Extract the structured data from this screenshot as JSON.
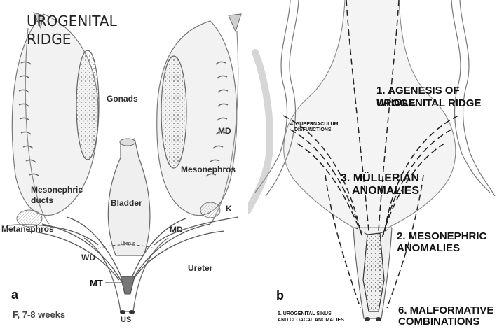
{
  "panel_a": {
    "letter": "a",
    "title_line1": "UROGENITAL",
    "title_line2": "RIDGE",
    "labels": {
      "gonads": "Gonads",
      "mesonephros": "Mesonephros",
      "md_upper": "MD",
      "mesonephric_ducts_1": "Mesonephric",
      "mesonephric_ducts_2": "ducts",
      "bladder": "Bladder",
      "k": "K",
      "md_lower": "MD",
      "metanephros": "Metanephros",
      "uterus": "Uterus",
      "wd": "WD",
      "ureter": "Ureter",
      "mt": "MT",
      "us": "US"
    },
    "caption": "F, 7-8 weeks"
  },
  "panel_b": {
    "letter": "b",
    "label_1_line1": "1. AGENESIS OF WHOLE",
    "label_1_line2": "UROGENITAL RIDGE",
    "label_4_line1": "4. GUBERNACULUM",
    "label_4_line2": "DISFUNCTIONS",
    "label_3_line1": "3. MÜLLERIAN",
    "label_3_line2": "ANOMALIES",
    "label_2_line1": "2. MESONEPHRIC",
    "label_2_line2": "ANOMALIES",
    "label_5_line1": "5. UROGENITAL SINUS",
    "label_5_line2": "AND CLOACAL ANOMALIES",
    "label_6_line1": "6. MALFORMATIVE",
    "label_6_line2": "COMBINATIONS"
  }
}
